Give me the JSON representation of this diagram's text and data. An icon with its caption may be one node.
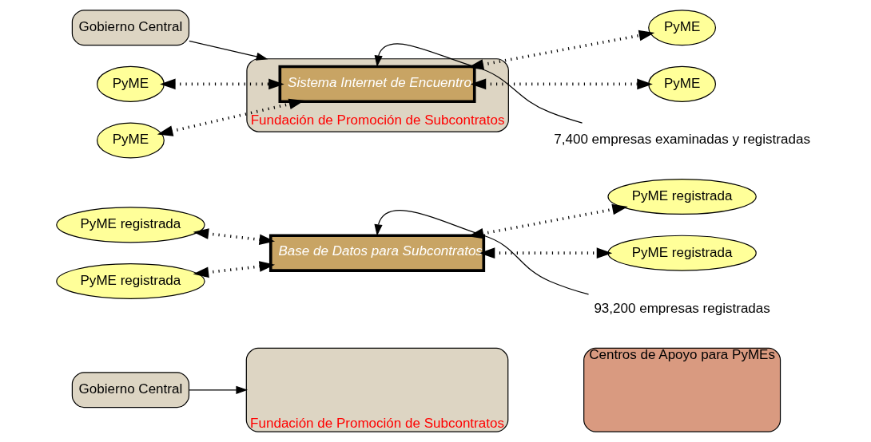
{
  "diagram": {
    "nodes": [
      {
        "text": [
          "Gobierno Central"
        ]
      },
      {
        "text": [
          "Fundación de Promoción de Subcontratos"
        ]
      },
      {
        "text": [
          "Centros de Apoyo para PyMEs"
        ]
      },
      {
        "text": [
          "Base de Datos para Subcontratos"
        ]
      },
      {
        "text": [
          "PyME registrada"
        ]
      },
      {
        "text": [
          "PyME registrada"
        ]
      },
      {
        "text": [
          "PyME registrada"
        ]
      },
      {
        "text": [
          "PyME registrada"
        ]
      },
      {
        "text": [
          "93,200 empresas registradas"
        ]
      },
      {
        "text": [
          "Gobierno Central"
        ]
      },
      {
        "text": [
          "Fundación de Promoción de Subcontratos"
        ]
      },
      {
        "text": [
          "Sistema Internet de Encuentro"
        ],
        "in": 10
      },
      {
        "text": [
          "PyME"
        ]
      },
      {
        "text": [
          "PyME"
        ]
      },
      {
        "text": [
          "PyME"
        ]
      },
      {
        "text": [
          "PyME"
        ]
      },
      {
        "text": [
          "7,400 empresas examinadas y registradas"
        ]
      }
    ],
    "edges": [
      {
        "from": 0,
        "to": 1,
        "arrow": "to"
      },
      {
        "from": 4,
        "to": 3,
        "arrow": "both",
        "style": "dashed"
      },
      {
        "from": 5,
        "to": 3,
        "arrow": "both",
        "style": "dashed"
      },
      {
        "from": 3,
        "to": 6,
        "arrow": "both",
        "style": "dashed"
      },
      {
        "from": 3,
        "to": 7,
        "arrow": "both",
        "style": "dashed"
      },
      {
        "from": 8,
        "to": 3,
        "arrow": "to"
      },
      {
        "from": 9,
        "to": 10,
        "arrow": "to"
      },
      {
        "from": 12,
        "to": 11,
        "arrow": "both",
        "style": "dashed"
      },
      {
        "from": 13,
        "to": 11,
        "arrow": "both",
        "style": "dashed"
      },
      {
        "from": 11,
        "to": 14,
        "arrow": "both",
        "style": "dashed"
      },
      {
        "from": 11,
        "to": 15,
        "arrow": "both",
        "style": "dashed"
      },
      {
        "from": 16,
        "to": 11,
        "arrow": "to"
      }
    ]
  }
}
